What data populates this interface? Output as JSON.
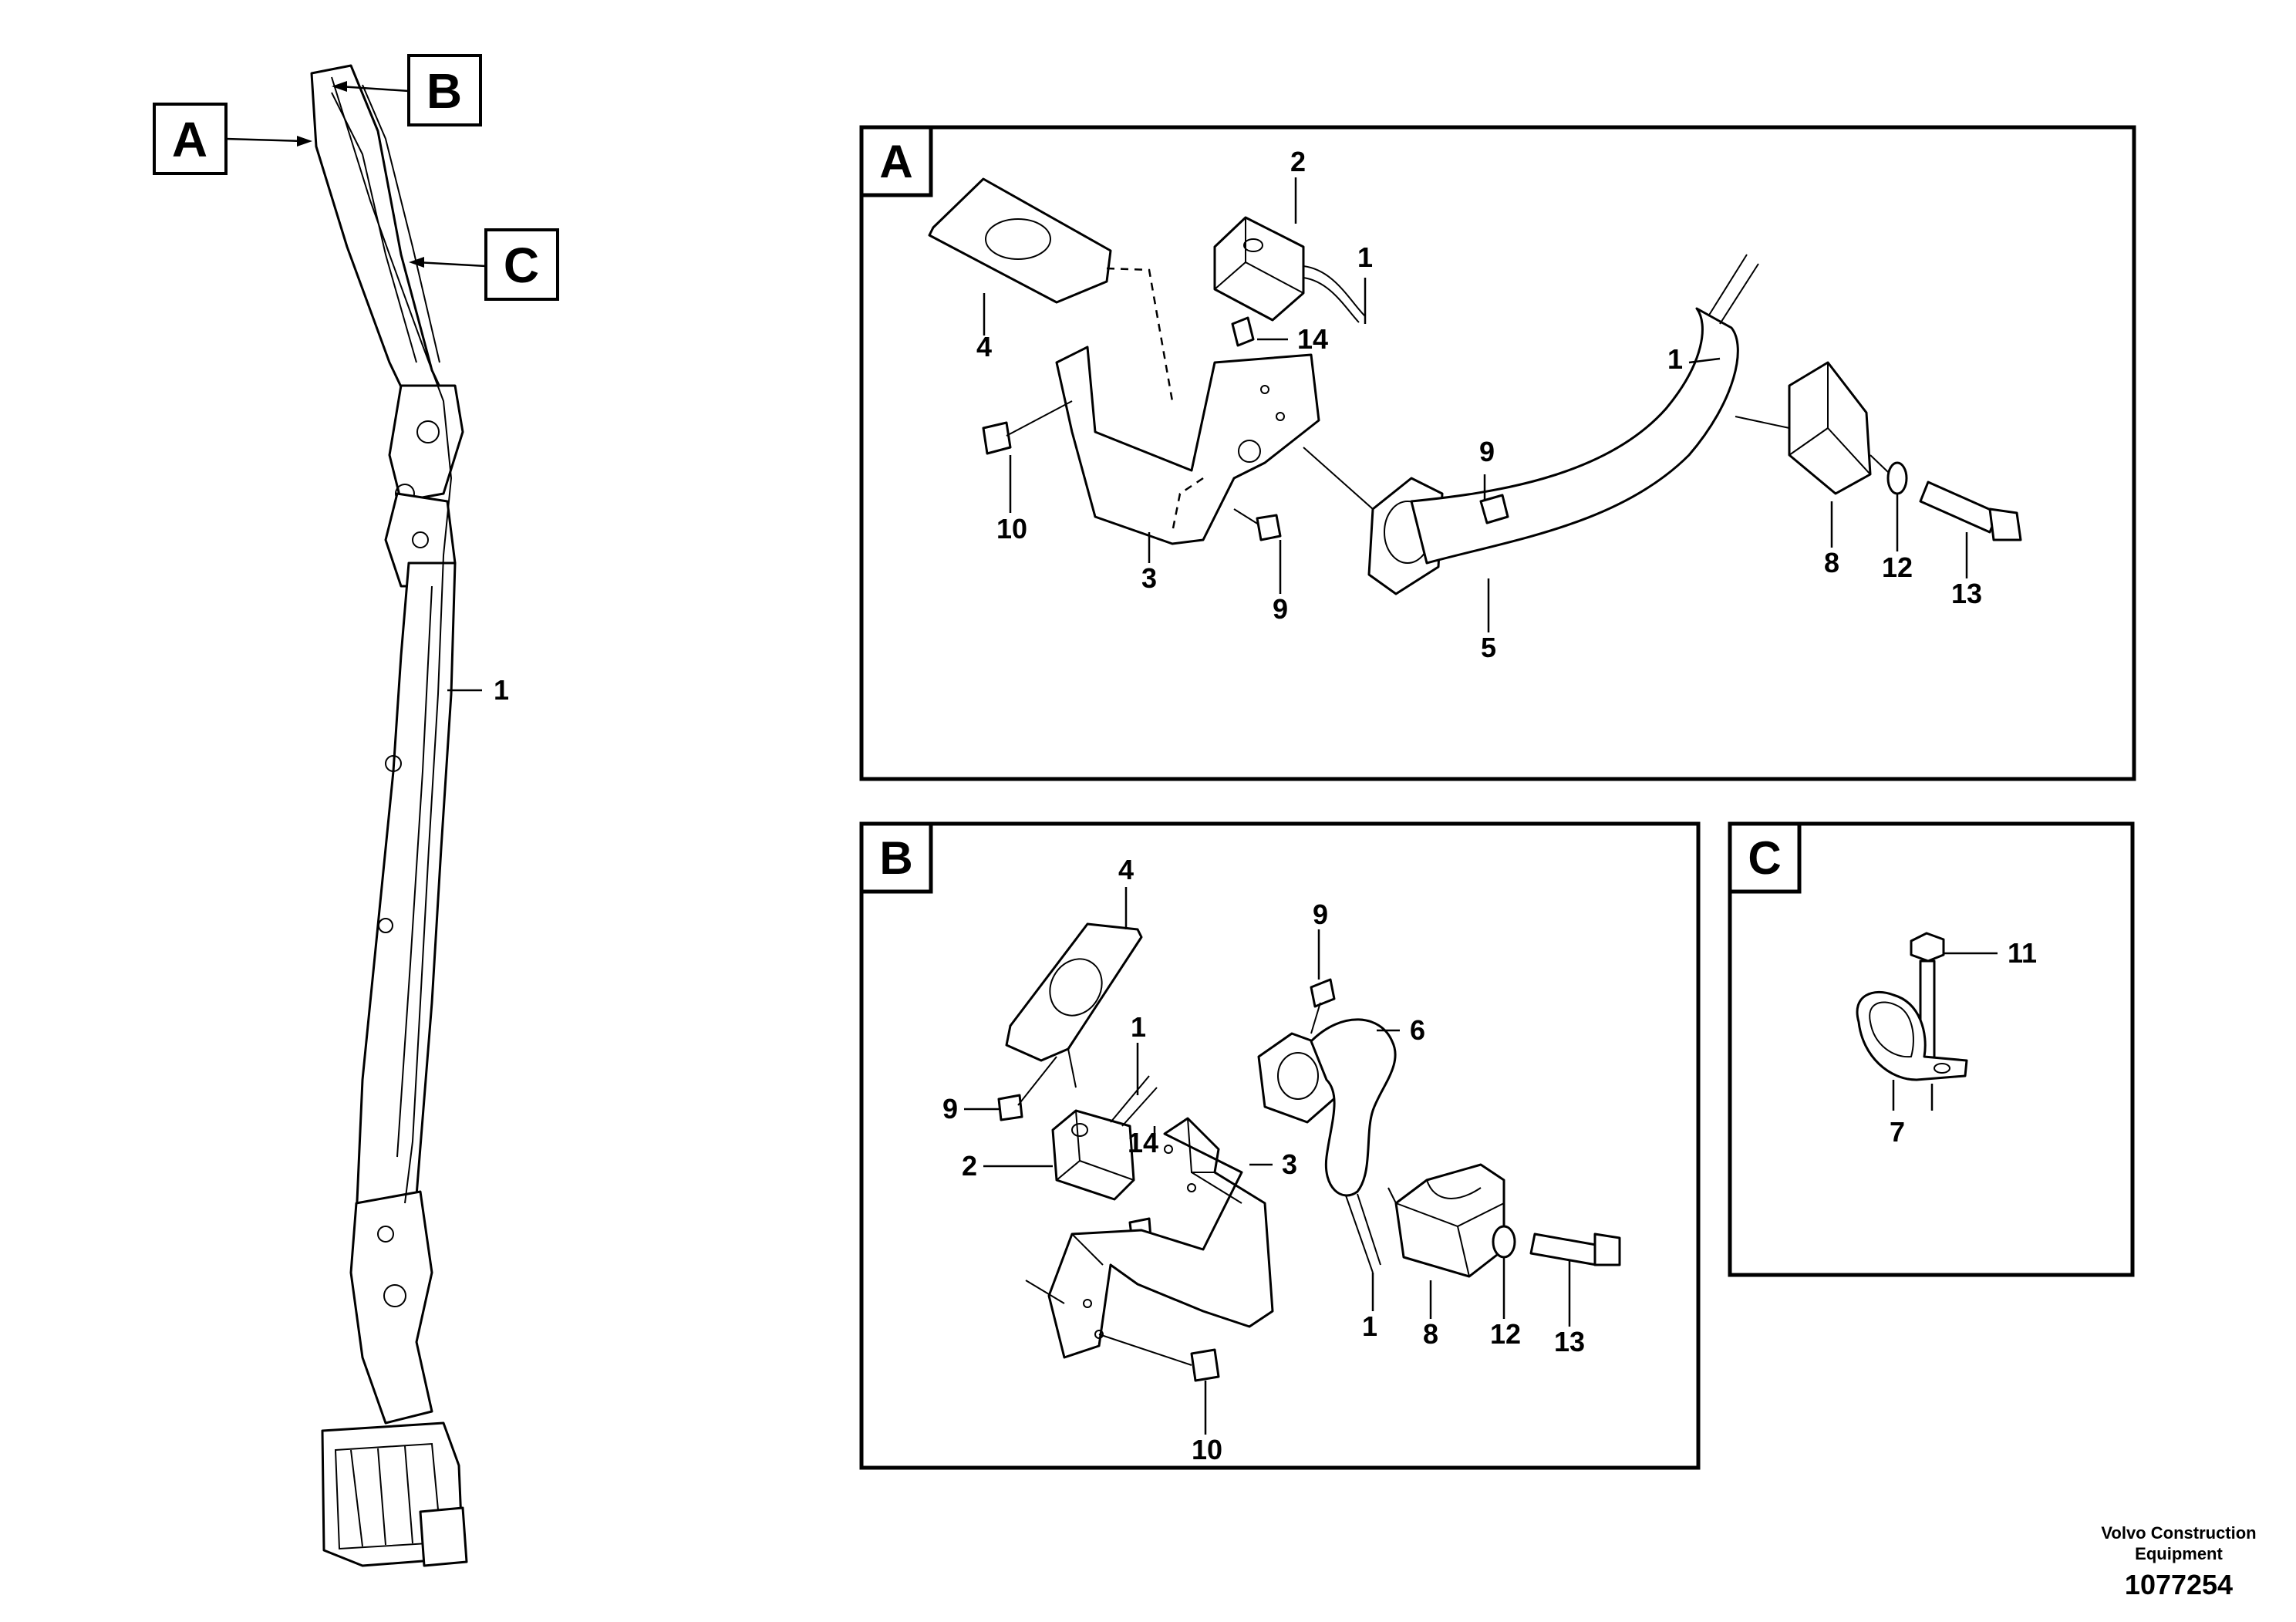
{
  "overview": {
    "callouts": {
      "a": "A",
      "b": "B",
      "c": "C"
    },
    "item_label": "1"
  },
  "detail_a": {
    "title": "A",
    "labels": {
      "n1a": "1",
      "n1b": "1",
      "n2": "2",
      "n3": "3",
      "n4": "4",
      "n5": "5",
      "n8": "8",
      "n9a": "9",
      "n9b": "9",
      "n10": "10",
      "n12": "12",
      "n13": "13",
      "n14": "14"
    }
  },
  "detail_b": {
    "title": "B",
    "labels": {
      "n1a": "1",
      "n1b": "1",
      "n2": "2",
      "n3": "3",
      "n4": "4",
      "n6": "6",
      "n8": "8",
      "n9a": "9",
      "n9b": "9",
      "n10": "10",
      "n12": "12",
      "n13": "13",
      "n14": "14"
    }
  },
  "detail_c": {
    "title": "C",
    "labels": {
      "n7": "7",
      "n11": "11"
    }
  },
  "footer": {
    "company_line1": "Volvo Construction",
    "company_line2": "Equipment",
    "drawing_number": "1077254"
  }
}
